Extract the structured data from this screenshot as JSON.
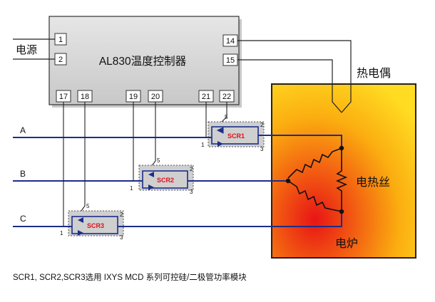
{
  "controller": {
    "title": "AL830温度控制器",
    "pins": [
      "1",
      "2",
      "14",
      "15",
      "17",
      "18",
      "19",
      "20",
      "21",
      "22"
    ]
  },
  "labels": {
    "power": "电源",
    "thermocouple": "热电偶",
    "heater_wire": "电热丝",
    "furnace": "电炉"
  },
  "phases": [
    "A",
    "B",
    "C"
  ],
  "scr_modules": [
    {
      "name": "SCR1",
      "terminals": [
        "1",
        "2",
        "3",
        "5"
      ]
    },
    {
      "name": "SCR2",
      "terminals": [
        "1",
        "2",
        "3",
        "5"
      ]
    },
    {
      "name": "SCR3",
      "terminals": [
        "1",
        "2",
        "3",
        "5"
      ]
    }
  ],
  "caption": "SCR1, SCR2,SCR3选用  IXYS MCD 系列可控硅/二极管功率模块",
  "colors": {
    "wire": "#1b2e8a",
    "controller_fill": "#d4d4d4",
    "furnace_center": "#e81515",
    "furnace_edge": "#ffcc10",
    "scr_label": "#e0101a"
  }
}
